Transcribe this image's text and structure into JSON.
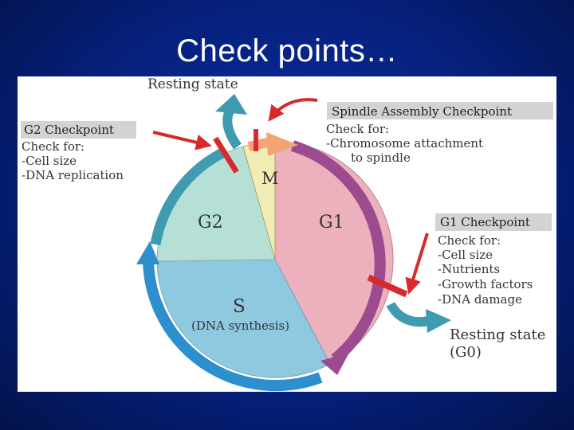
{
  "slide": {
    "title": "Check points…"
  },
  "diagram": {
    "phases": {
      "m": "M",
      "g1": "G1",
      "g2": "G2",
      "s": "S",
      "s_note": "(DNA synthesis)"
    },
    "resting_top": "Resting state",
    "resting_bottom": [
      "Resting state",
      "(G0)"
    ],
    "spindle": {
      "title": "Spindle Assembly Checkpoint",
      "check_for": "Check for:",
      "lines": [
        "-Chromosome attachment",
        "to spindle"
      ]
    },
    "g2_checkpoint": {
      "title": "G2 Checkpoint",
      "check_for": "Check for:",
      "lines": [
        "-Cell size",
        "-DNA replication"
      ]
    },
    "g1_checkpoint": {
      "title": "G1 Checkpoint",
      "check_for": "Check for:",
      "lines": [
        "-Cell size",
        "-Nutrients",
        "-Growth factors",
        "-DNA damage"
      ]
    },
    "colors": {
      "m": "#f1ecb4",
      "g1": "#ecb1bc",
      "g2": "#b6e0d6",
      "s": "#8ec9e0",
      "arrow_g1": "#9b4b8e",
      "arrow_s": "#2d8fcd",
      "arrow_g2": "#3f9bb0",
      "arrow_m": "#f3a474",
      "checkpoint_red": "#d72a2a",
      "title_box": "#d3d3d3"
    }
  }
}
